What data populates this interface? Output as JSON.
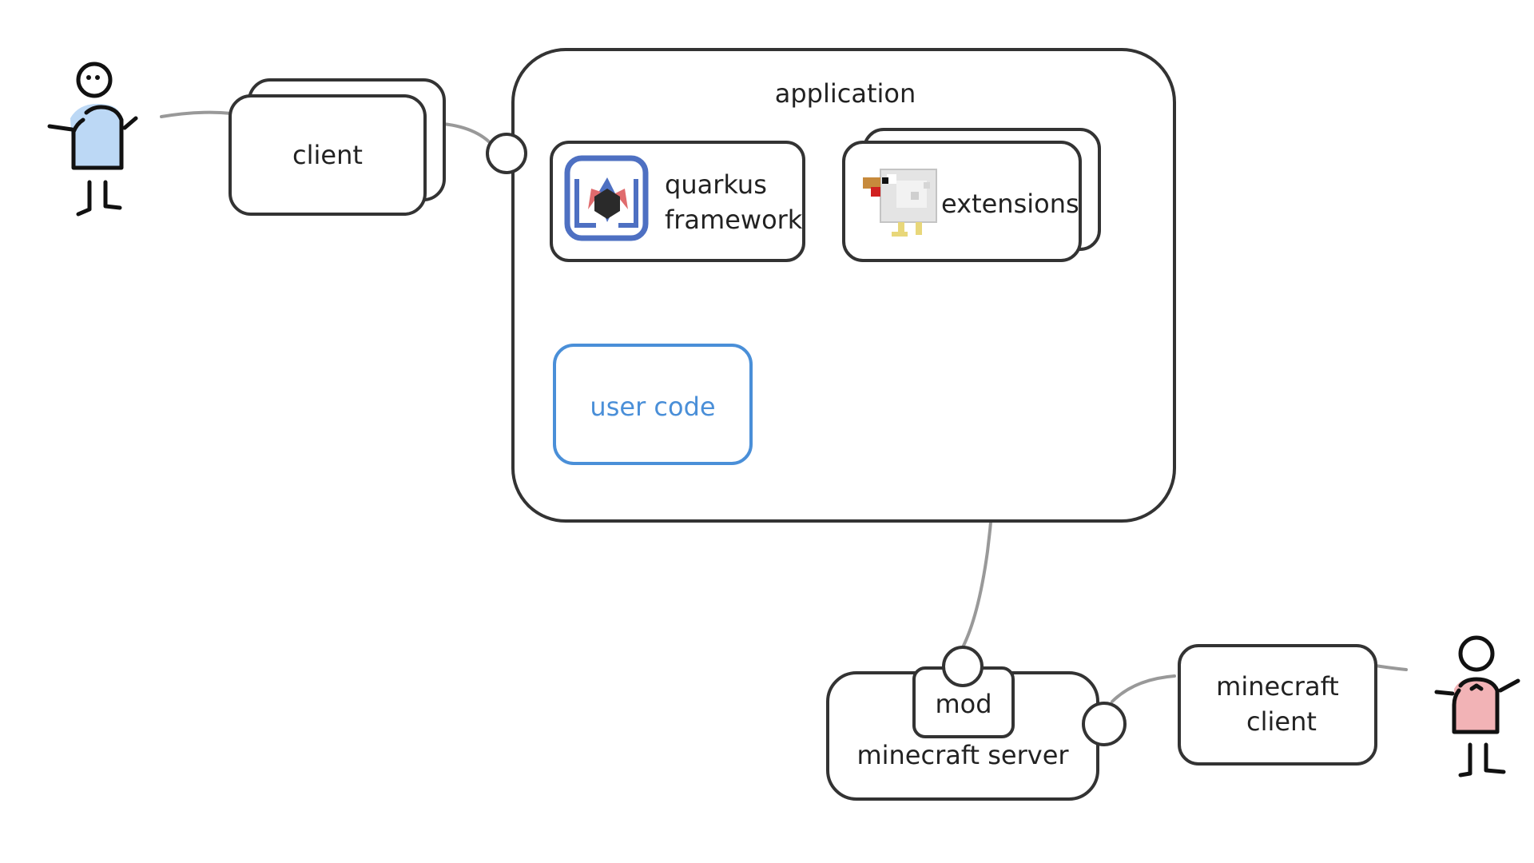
{
  "labels": {
    "client": "client",
    "application": "application",
    "quarkus_line1": "quarkus",
    "quarkus_line2": "framework",
    "extensions": "extensions",
    "user_code": "user code",
    "mod": "mod",
    "minecraft_server": "minecraft server",
    "minecraft_client_line1": "minecraft",
    "minecraft_client_line2": "client"
  },
  "colors": {
    "box_stroke": "#333333",
    "wire": "#999999",
    "user_code": "#4a8fd8",
    "user_left_body": "#bcd8f5",
    "user_right_body": "#f2b3b6"
  },
  "icons": {
    "left_user": "stick-figure-user-blue",
    "right_user": "stick-figure-user-red",
    "quarkus": "quarkus-logo",
    "extensions": "minecraft-chicken"
  }
}
